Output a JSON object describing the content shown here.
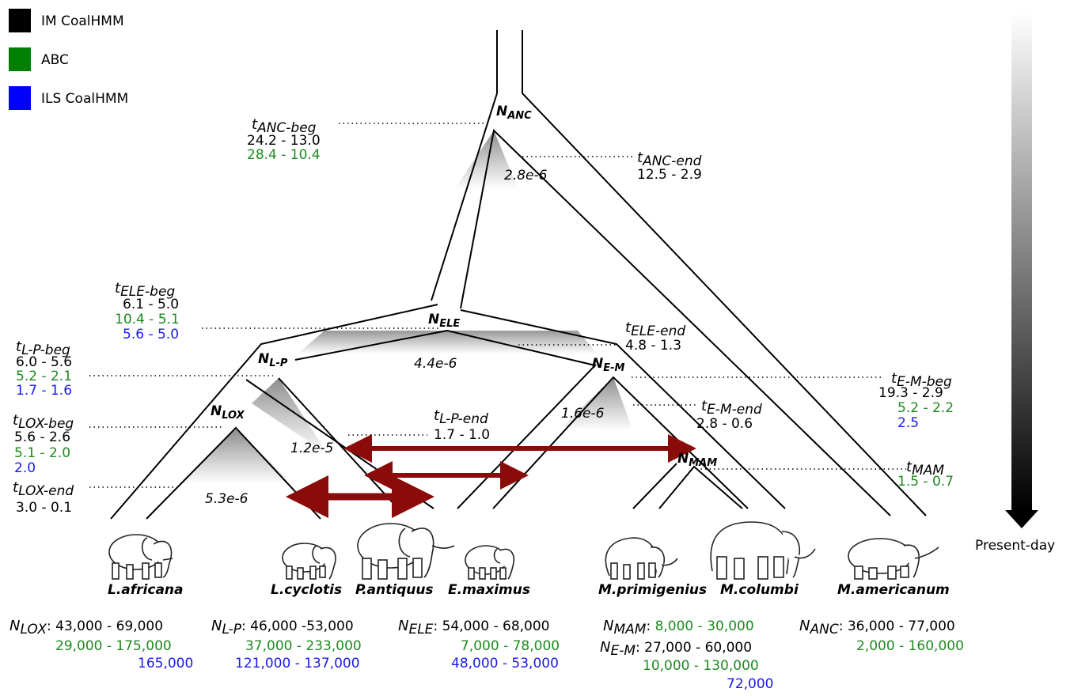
{
  "legend": [
    {
      "label": "IM CoalHMM",
      "color": "#000000"
    },
    {
      "label": "ABC",
      "color": "#008000"
    },
    {
      "label": "ILS CoalHMM",
      "color": "#0000ff"
    }
  ],
  "time_axis": {
    "label": "Present-day"
  },
  "nodes": {
    "anc": {
      "base": "N",
      "sub": "ANC"
    },
    "ele": {
      "base": "N",
      "sub": "ELE"
    },
    "lp": {
      "base": "N",
      "sub": "L-P"
    },
    "em": {
      "base": "N",
      "sub": "E-M"
    },
    "lox": {
      "base": "N",
      "sub": "LOX"
    },
    "mam": {
      "base": "N",
      "sub": "MAM"
    }
  },
  "rates": {
    "anc": "2.8e-6",
    "ele": "4.4e-6",
    "em": "1.6e-6",
    "lp": "1.2e-5",
    "lox": "5.3e-6"
  },
  "times": {
    "anc_beg": {
      "base": "t",
      "sub": "ANC-beg",
      "black": "24.2 - 13.0",
      "green": "28.4 - 10.4"
    },
    "anc_end": {
      "base": "t",
      "sub": "ANC-end",
      "black": "12.5 - 2.9"
    },
    "ele_beg": {
      "base": "t",
      "sub": "ELE-beg",
      "black": "6.1 - 5.0",
      "green": "10.4 - 5.1",
      "blue": "5.6 - 5.0"
    },
    "ele_end": {
      "base": "t",
      "sub": "ELE-end",
      "black": "4.8 - 1.3"
    },
    "lp_beg": {
      "base": "t",
      "sub": "L-P-beg",
      "black": "6.0 - 5.6",
      "green": "5.2 - 2.1",
      "blue": "1.7 - 1.6"
    },
    "lp_end": {
      "base": "t",
      "sub": "L-P-end",
      "black": "1.7 - 1.0"
    },
    "lox_beg": {
      "base": "t",
      "sub": "LOX-beg",
      "black": "5.6 - 2.6",
      "green": "5.1 - 2.0",
      "blue": "2.0"
    },
    "lox_end": {
      "base": "t",
      "sub": "LOX-end",
      "black": "3.0 - 0.1"
    },
    "em_beg": {
      "base": "t",
      "sub": "E-M-beg",
      "black": "19.3 - 2.9",
      "green": "5.2 - 2.2",
      "blue": "2.5"
    },
    "em_end": {
      "base": "t",
      "sub": "E-M-end",
      "black": "2.8 - 0.6"
    },
    "mam": {
      "base": "t",
      "sub": "MAM",
      "green": "1.5 - 0.7"
    }
  },
  "species": [
    {
      "name": "L.africana"
    },
    {
      "name": "L.cyclotis"
    },
    {
      "name": "P.antiquus"
    },
    {
      "name": "E.maximus"
    },
    {
      "name": "M.primigenius"
    },
    {
      "name": "M.columbi"
    },
    {
      "name": "M.americanum"
    }
  ],
  "pop_sizes": {
    "lox": {
      "base": "N",
      "sub": "LOX",
      "black": "43,000 - 69,000",
      "green": "29,000 - 175,000",
      "blue": "165,000"
    },
    "lp": {
      "base": "N",
      "sub": "L-P",
      "black": "46,000 -53,000",
      "green": "37,000 - 233,000",
      "blue": "121,000 - 137,000"
    },
    "ele": {
      "base": "N",
      "sub": "ELE",
      "black": "54,000 - 68,000",
      "green": "7,000 - 78,000",
      "blue": "48,000 - 53,000"
    },
    "mam": {
      "base": "N",
      "sub": "MAM",
      "green": "8,000 - 30,000"
    },
    "em": {
      "base": "N",
      "sub": "E-M",
      "black": "27,000 - 60,000",
      "green": "10,000 - 130,000",
      "blue": "72,000"
    },
    "anc": {
      "base": "N",
      "sub": "ANC",
      "black": "36,000 - 77,000",
      "green": "2,000 - 160,000"
    }
  },
  "arrow_color": "#8b0a0a"
}
